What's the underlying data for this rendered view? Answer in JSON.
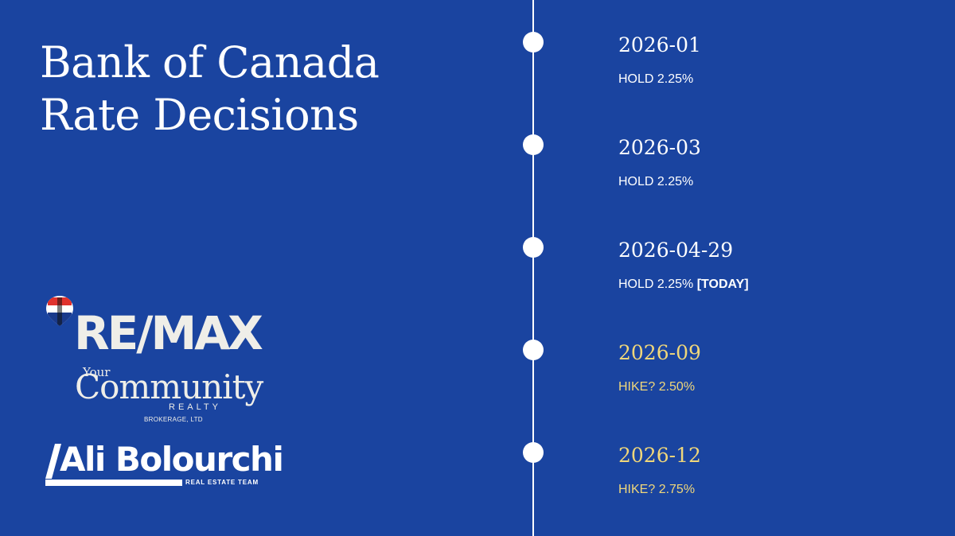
{
  "title": {
    "line1": "Bank of Canada",
    "line2": "Rate Decisions"
  },
  "timeline": [
    {
      "date": "2026-01",
      "decision": "HOLD 2.25%",
      "tag": "",
      "color": "#ffffff"
    },
    {
      "date": "2026-03",
      "decision": "HOLD 2.25%",
      "tag": "",
      "color": "#ffffff"
    },
    {
      "date": "2026-04-29",
      "decision": "HOLD 2.25%",
      "tag": "[TODAY]",
      "color": "#ffffff"
    },
    {
      "date": "2026-09",
      "decision": "HIKE? 2.50%",
      "tag": "",
      "color": "#f0d77a"
    },
    {
      "date": "2026-12",
      "decision": "HIKE? 2.75%",
      "tag": "",
      "color": "#f0d77a"
    }
  ],
  "branding": {
    "remax_wordmark": "RE/MAX",
    "your": "Your",
    "community": "Community",
    "realty": "REALTY",
    "brokerage": "BROKERAGE, LTD",
    "team_name": "Ali Bolourchi",
    "team_sub": "REAL ESTATE TEAM"
  },
  "colors": {
    "background": "#1a44a0",
    "past_text": "#ffffff",
    "forecast_text": "#f0d77a",
    "logo_cream": "#efeee8"
  }
}
